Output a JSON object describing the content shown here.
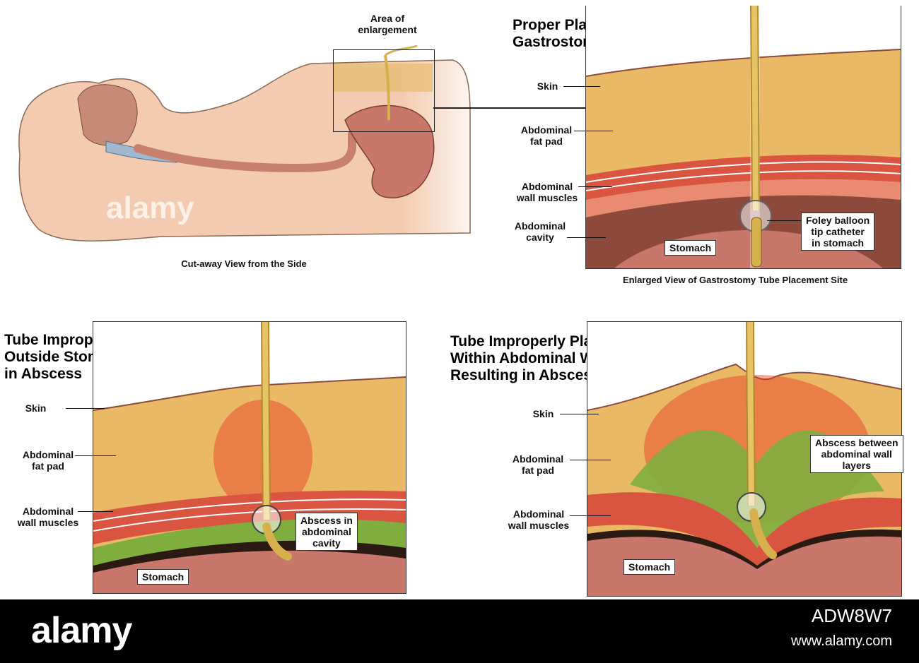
{
  "side_view": {
    "enlargement_label": "Area of\nenlargement",
    "caption": "Cut-away View from the Side",
    "watermark": "alamy"
  },
  "proper": {
    "title_line1": "Proper Placement of",
    "title_line2": "Gastrostomy Tube",
    "labels": {
      "skin": "Skin",
      "fat_pad": "Abdominal\nfat pad",
      "wall_muscles": "Abdominal\nwall muscles",
      "cavity": "Abdominal\ncavity",
      "stomach": "Stomach",
      "foley": "Foley balloon\ntip catheter\nin stomach"
    },
    "caption": "Enlarged View of Gastrostomy Tube Placement Site"
  },
  "outside": {
    "title": "Tube Improperly Placed\nOutside Stomach Resulting\nin Abscess",
    "labels": {
      "skin": "Skin",
      "fat_pad": "Abdominal\nfat pad",
      "wall_muscles": "Abdominal\nwall muscles",
      "abscess": "Abscess in\nabdominal\ncavity",
      "stomach": "Stomach"
    }
  },
  "within": {
    "title": "Tube Improperly Placed\nWithin Abdominal Wall\nResulting in Abscess",
    "labels": {
      "skin": "Skin",
      "fat_pad": "Abdominal\nfat pad",
      "wall_muscles": "Abdominal\nwall muscles",
      "abscess": "Abscess between\nabdominal wall\nlayers",
      "stomach": "Stomach"
    }
  },
  "footer": {
    "logo": "alamy",
    "image_id": "ADW8W7",
    "url": "www.alamy.com"
  },
  "colors": {
    "skin_body": "#f3cbb0",
    "fat": "#e9b966",
    "muscle": "#d9553f",
    "stomach": "#c9776a",
    "cavity": "#8d4a3c",
    "tube": "#d6b04c",
    "abscess": "#7fae3f",
    "inflamed": "#e8391f"
  }
}
